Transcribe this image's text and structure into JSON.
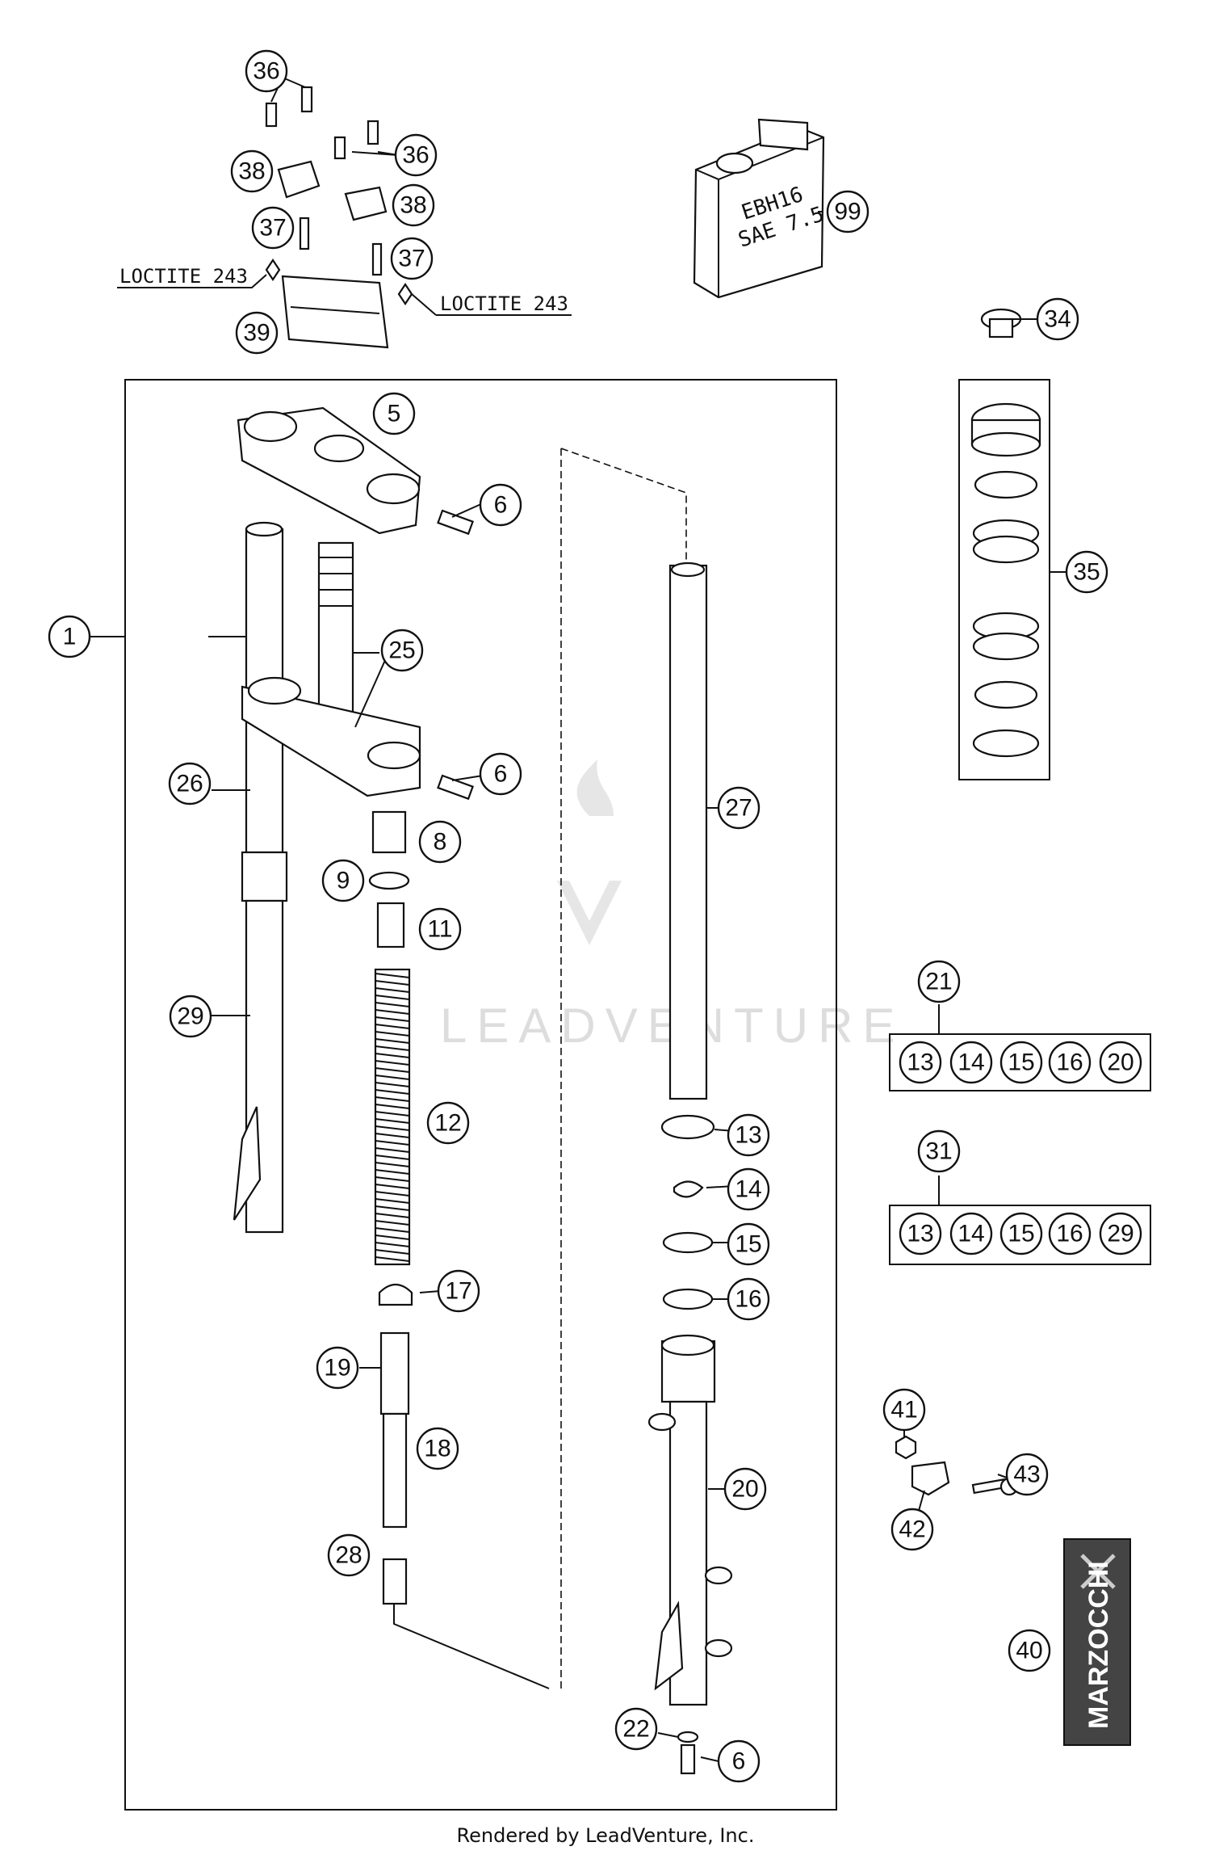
{
  "notes": {
    "loctite_left": "LOCTITE 243",
    "loctite_right": "LOCTITE 243"
  },
  "can_label": {
    "line1": "EBH16",
    "line2": "SAE 7.5"
  },
  "watermark": "LEADVENTURE",
  "brand_label": "MARZOCCHI",
  "footer": "Rendered by LeadVenture, Inc.",
  "callouts": {
    "c36a": "36",
    "c36b": "36",
    "c38a": "38",
    "c38b": "38",
    "c37a": "37",
    "c37b": "37",
    "c39": "39",
    "c99": "99",
    "c34": "34",
    "c35": "35",
    "c5": "5",
    "c6a": "6",
    "c6b": "6",
    "c6c": "6",
    "c1": "1",
    "c25": "25",
    "c26": "26",
    "c27": "27",
    "c8": "8",
    "c9": "9",
    "c11": "11",
    "c12": "12",
    "c29": "29",
    "c17": "17",
    "c19": "19",
    "c18": "18",
    "c28": "28",
    "c13": "13",
    "c14": "14",
    "c15": "15",
    "c16": "16",
    "c20": "20",
    "c22": "22",
    "c21": "21",
    "k21_13": "13",
    "k21_14": "14",
    "k21_15": "15",
    "k21_16": "16",
    "k21_20": "20",
    "c31": "31",
    "k31_13": "13",
    "k31_14": "14",
    "k31_15": "15",
    "k31_16": "16",
    "k31_29": "29",
    "c41": "41",
    "c42": "42",
    "c43": "43",
    "c40": "40"
  }
}
